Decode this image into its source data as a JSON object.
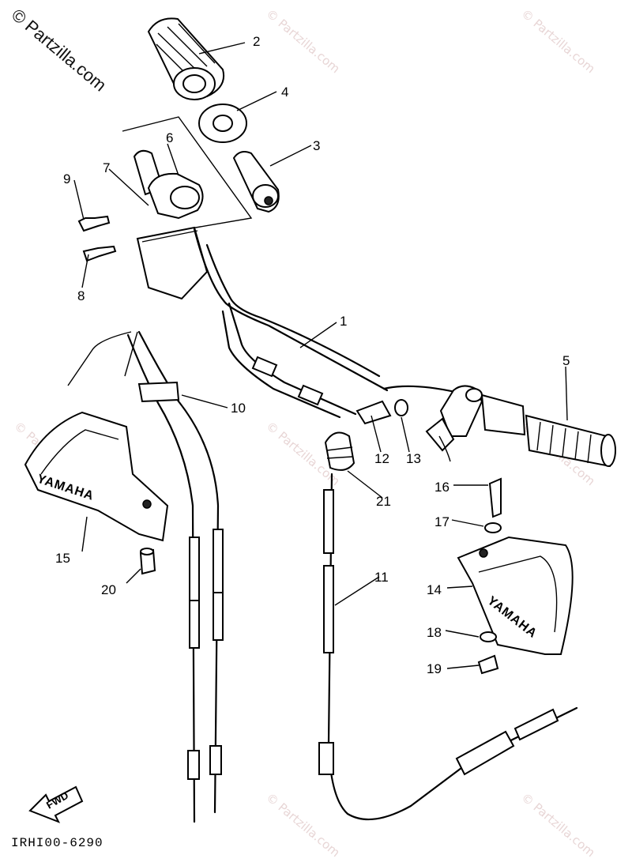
{
  "watermark": {
    "brand": "© Partzilla.com",
    "faint": "© Partzilla.com"
  },
  "diagram": {
    "reference_code": "IRHI00-6290",
    "fwd_label": "FWD",
    "brand_on_guards": "YAMAHA",
    "callouts": [
      "1",
      "2",
      "3",
      "4",
      "5",
      "6",
      "7",
      "8",
      "9",
      "10",
      "11",
      "12",
      "13",
      "14",
      "15",
      "16",
      "17",
      "18",
      "19",
      "20",
      "21"
    ]
  }
}
